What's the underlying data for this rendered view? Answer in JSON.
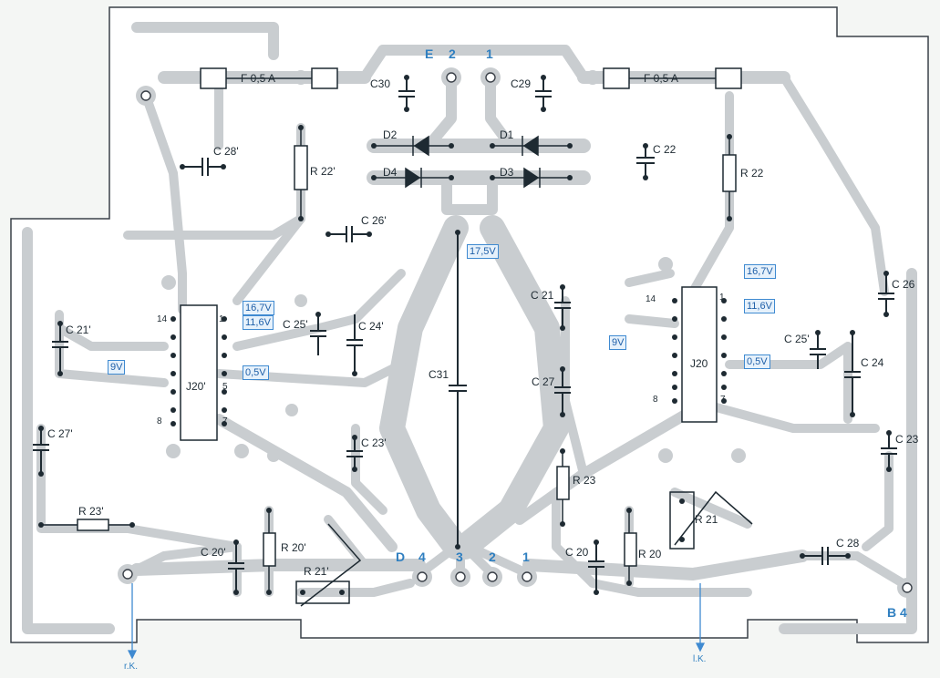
{
  "connectors": {
    "top_E": "E",
    "top_2": "2",
    "top_1": "1",
    "bot_D": "D",
    "bot_4": "4",
    "bot_3": "3",
    "bot_2": "2",
    "bot_1": "1",
    "right_B4": "B 4"
  },
  "outputs": {
    "left": "r.K.",
    "right": "l.K."
  },
  "components": {
    "fuse_left": "F 0,5 A",
    "fuse_right": "F 0,5 A",
    "c30": "C30",
    "c29": "C29",
    "d1": "D1",
    "d2": "D2",
    "d3": "D3",
    "d4": "D4",
    "c22": "C 22",
    "c28p": "C 28'",
    "r22p": "R 22'",
    "c26p": "C 26'",
    "r22": "R 22",
    "c21p": "C 21'",
    "c25p": "C 25'",
    "c24p": "C 24'",
    "j20p": "J20'",
    "c27p": "C 27'",
    "c23p": "C 23'",
    "c31": "C31",
    "r23p": "R 23'",
    "c20p": "C 20'",
    "r20p": "R 20'",
    "r21p": "R 21'",
    "c21": "C 21",
    "j20": "J20",
    "c26": "C 26",
    "c25p2": "C 25'",
    "c24": "C 24",
    "c27": "C 27",
    "r23": "R 23",
    "c23": "C 23",
    "c20": "C 20",
    "r20": "R 20",
    "r21": "R 21",
    "c28": "C 28"
  },
  "pins": {
    "p14a": "14",
    "p1a": "1",
    "p5a": "5",
    "p8a": "8",
    "p7a": "7",
    "p14b": "14",
    "p1b": "1",
    "p8b": "8",
    "p7b": "7"
  },
  "voltage_tags": {
    "v175": "17,5V",
    "v167a": "16,7V",
    "v116a": "11,6V",
    "v9a": "9V",
    "v05a": "0,5V",
    "v167b": "16,7V",
    "v116b": "11,6V",
    "v9b": "9V",
    "v05b": "0,5V"
  },
  "colors": {
    "copper": "#c9cdd0",
    "ink": "#1e2a32",
    "accent": "#2f7fc0"
  }
}
